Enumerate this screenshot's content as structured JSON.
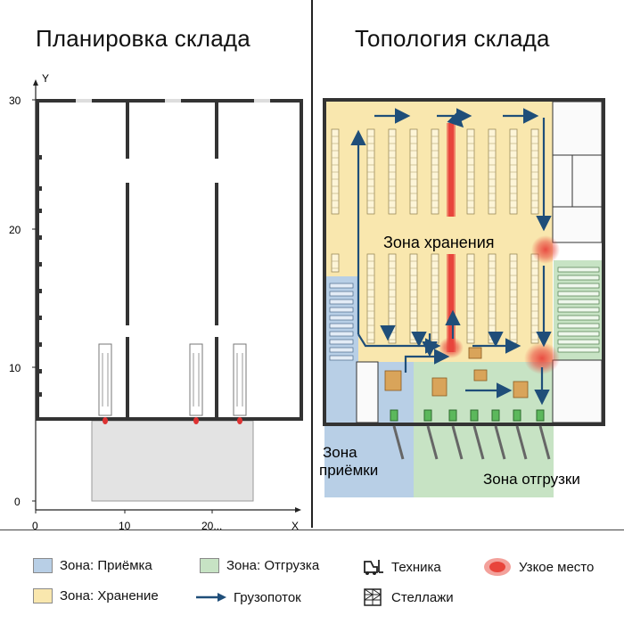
{
  "left": {
    "title": "Планировка склада",
    "axis": {
      "y_label": "Y",
      "x_label": "X",
      "y_ticks": [
        "0",
        "10",
        "20",
        "30"
      ],
      "x_ticks": [
        "0",
        "10",
        "20..."
      ]
    }
  },
  "right": {
    "title": "Топология склада",
    "zones": {
      "storage": "Зона хранения",
      "receiving": "Зона\nприёмки",
      "shipping": "Зона отгрузки"
    }
  },
  "legend": {
    "receiving": "Зона: Приёмка",
    "shipping": "Зона: Отгрузка",
    "equipment": "Техника",
    "bottleneck": "Узкое место",
    "storage": "Зона: Хранение",
    "flow": "Грузопоток",
    "racks": "Стеллажи"
  },
  "colors": {
    "receiving": "#b8cfe6",
    "shipping": "#c7e3c4",
    "storage": "#f9e7ae",
    "flow": "#1f4e79",
    "bottleneck": "#e8453c",
    "wall": "#333333"
  }
}
